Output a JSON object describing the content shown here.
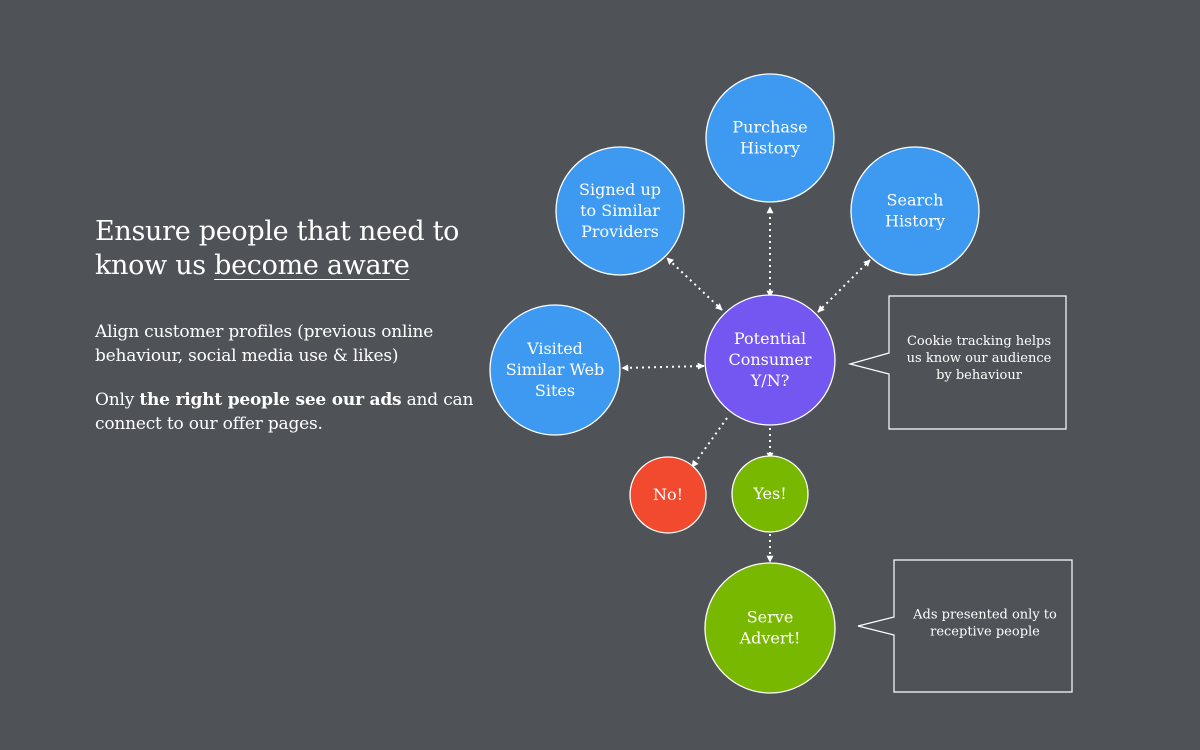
{
  "left": {
    "headline_part1": "Ensure people that need to know us ",
    "headline_underlined": "become aware",
    "paragraph1": "Align customer profiles (previous online behaviour, social media use & likes)",
    "paragraph2_prefix": "Only ",
    "paragraph2_bold": "the right people see our ads",
    "paragraph2_suffix": " and can connect to our offer pages."
  },
  "diagram": {
    "colors": {
      "blue": "#3d9af0",
      "purple": "#7456f0",
      "red": "#f24a2e",
      "green": "#78b800",
      "line": "#ffffff"
    },
    "nodes": {
      "purchase": {
        "lines": [
          "Purchase",
          "History"
        ]
      },
      "signed": {
        "lines": [
          "Signed up",
          "to Similar",
          "Providers"
        ]
      },
      "search": {
        "lines": [
          "Search",
          "History"
        ]
      },
      "visited": {
        "lines": [
          "Visited",
          "Similar Web",
          "Sites"
        ]
      },
      "potential": {
        "lines": [
          "Potential",
          "Consumer",
          "Y/N?"
        ]
      },
      "no": {
        "lines": [
          "No!"
        ]
      },
      "yes": {
        "lines": [
          "Yes!"
        ]
      },
      "serve": {
        "lines": [
          "Serve",
          "Advert!"
        ]
      }
    },
    "callouts": {
      "cookie": {
        "lines": [
          "Cookie tracking helps",
          "us know our audience",
          "by behaviour"
        ]
      },
      "ads": {
        "lines": [
          "Ads presented only to",
          "receptive people"
        ]
      }
    }
  }
}
